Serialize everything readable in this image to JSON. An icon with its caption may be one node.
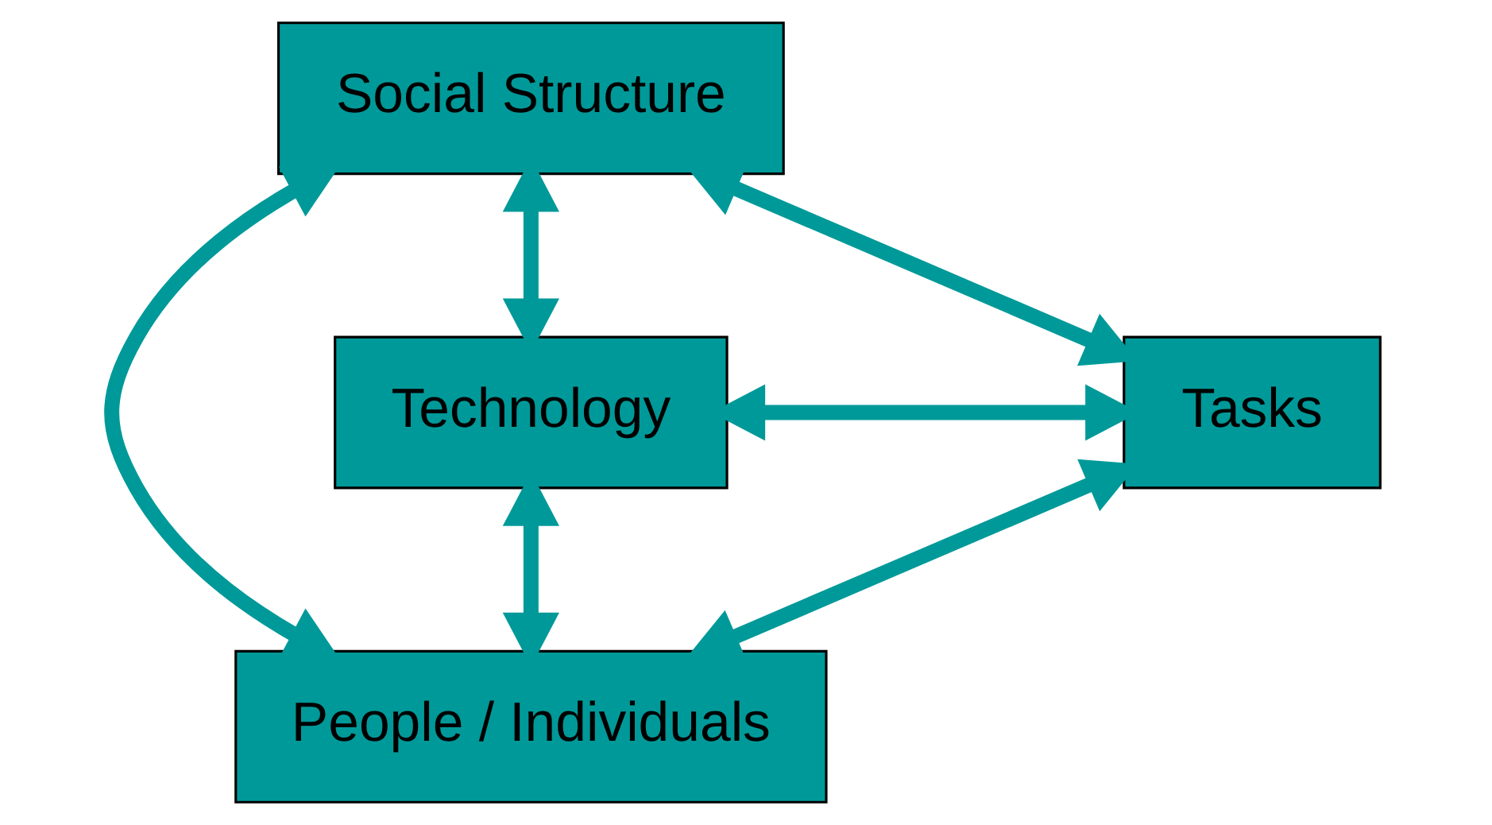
{
  "diagram": {
    "nodes": [
      {
        "text": [
          "Social Structure"
        ]
      },
      {
        "text": [
          "Technology"
        ]
      },
      {
        "text": [
          "Tasks"
        ]
      },
      {
        "text": [
          "People / Individuals"
        ]
      }
    ],
    "edges": [
      {
        "from": 1,
        "to": 0,
        "arrow": "both"
      },
      {
        "from": 0,
        "to": 2,
        "arrow": "both"
      },
      {
        "from": 2,
        "to": 3,
        "arrow": "both"
      },
      {
        "from": 3,
        "to": 1,
        "arrow": "both"
      },
      {
        "from": 1,
        "to": 2,
        "arrow": "both"
      },
      {
        "from": 0,
        "to": 3,
        "arrow": "both"
      }
    ]
  }
}
